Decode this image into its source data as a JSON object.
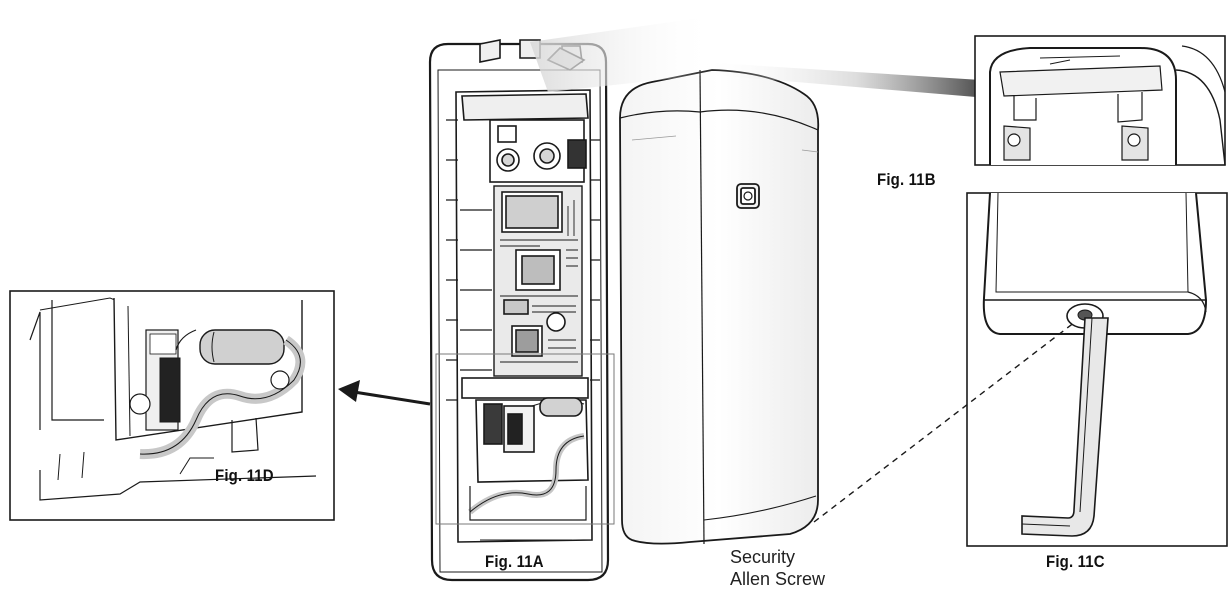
{
  "figures": {
    "fig_a": "Fig. 11A",
    "fig_b": "Fig. 11B",
    "fig_c": "Fig. 11C",
    "fig_d": "Fig. 11D"
  },
  "callout": {
    "line1": "Security",
    "line2": "Allen Screw"
  },
  "colors": {
    "line": "#1a1a1a",
    "board": "#e6e6e6",
    "shade": "#bfbfbf",
    "cable": "#cfcfcf"
  }
}
